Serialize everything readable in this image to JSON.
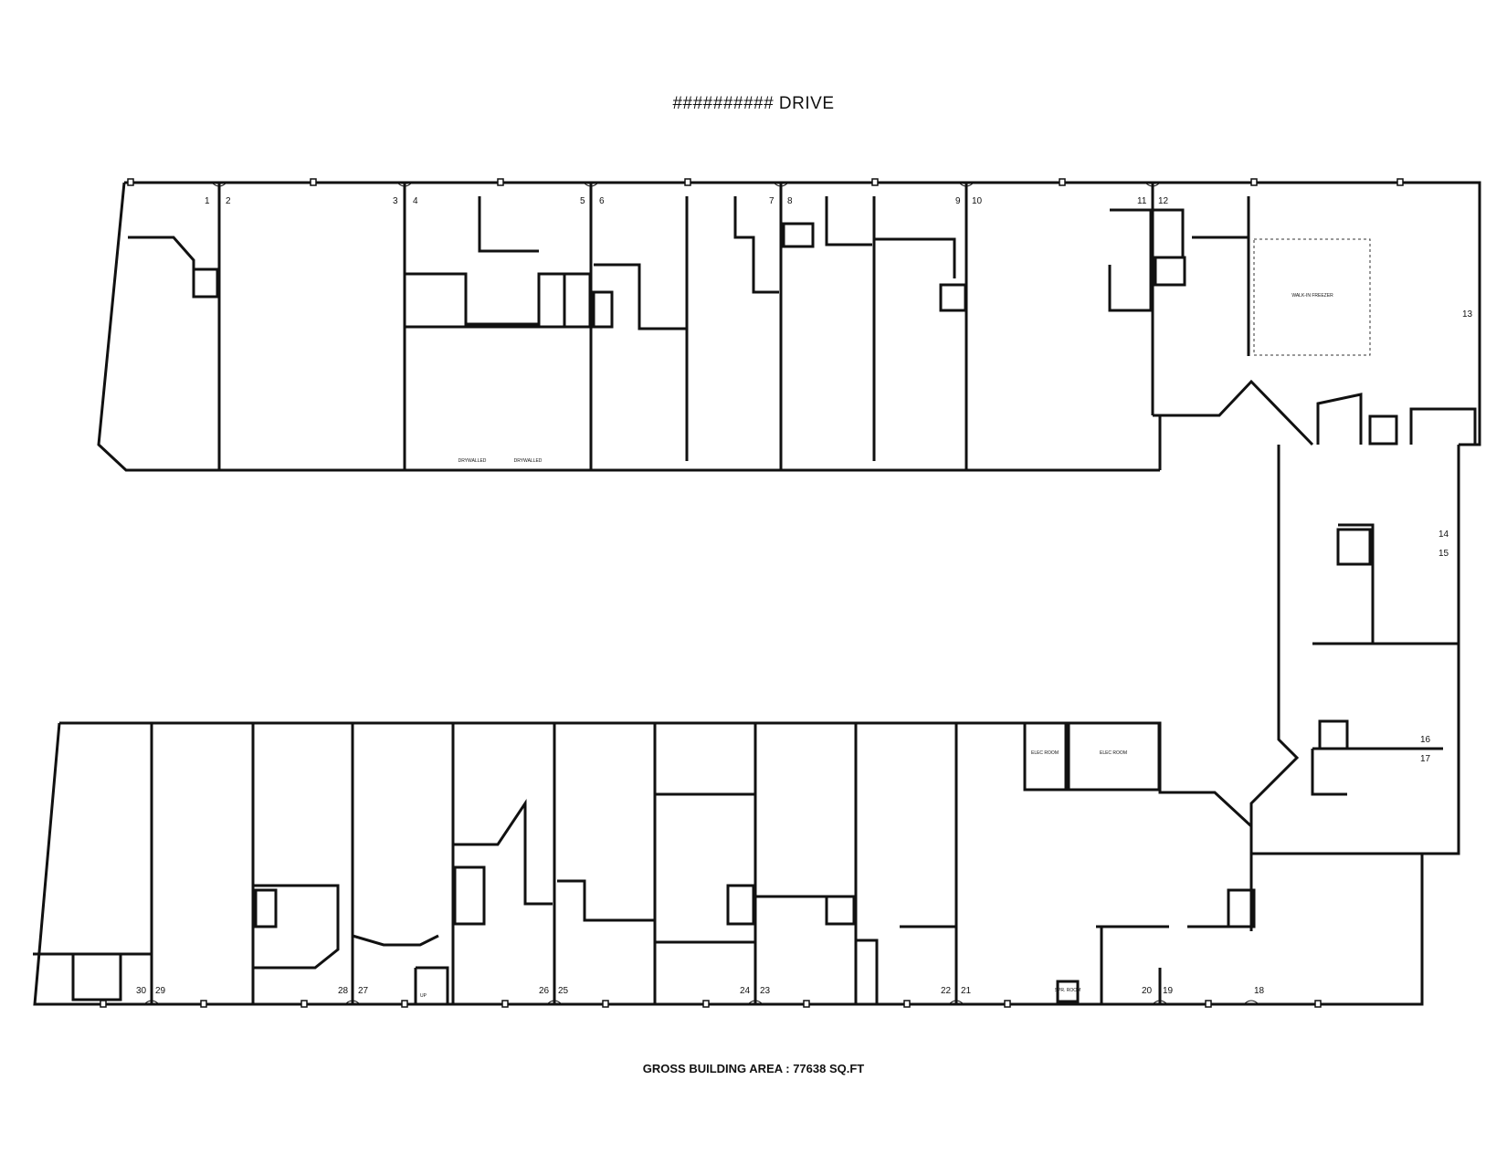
{
  "title": "########## DRIVE",
  "gross_area": "GROSS BUILDING AREA : 77638 SQ.FT",
  "unit_numbers": [
    "1",
    "2",
    "3",
    "4",
    "5",
    "6",
    "7",
    "8",
    "9",
    "10",
    "11",
    "12",
    "13",
    "14",
    "15",
    "16",
    "17",
    "18",
    "19",
    "20",
    "21",
    "22",
    "23",
    "24",
    "25",
    "26",
    "27",
    "28",
    "29",
    "30"
  ],
  "room_labels": {
    "walk_in_freezer": "WALK-IN FREEZER",
    "elec_room_1": "ELEC ROOM",
    "elec_room_2": "ELEC ROOM",
    "spr_room": "SPR. ROOM",
    "drywalled_1": "DRYWALLED",
    "drywalled_2": "DRYWALLED",
    "up": "UP"
  }
}
